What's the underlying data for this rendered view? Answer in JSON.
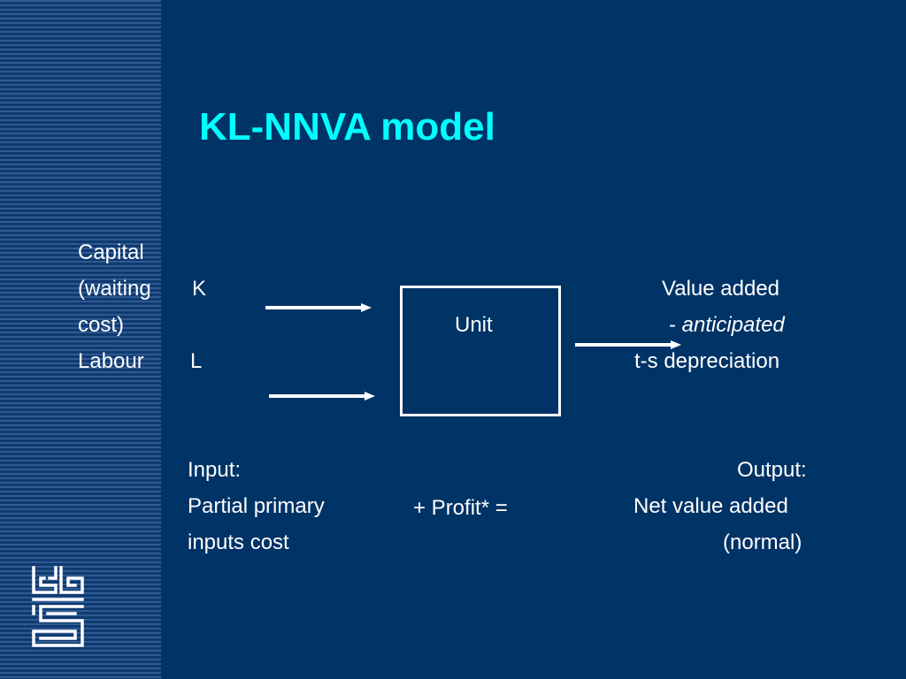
{
  "slide": {
    "title": "KL-NNVA model"
  },
  "inputs": {
    "capital_label": "Capital",
    "waiting_label": "(waiting",
    "k_symbol": "K",
    "cost_label": "cost)",
    "labour_label": "Labour",
    "l_symbol": "L"
  },
  "unit": {
    "label": "Unit"
  },
  "outputs": {
    "value_added": "Value added",
    "minus_sign": "- ",
    "anticipated": "anticipated",
    "depreciation": "t-s depreciation"
  },
  "equation": {
    "input_label": "Input:",
    "partial_primary": "Partial primary",
    "inputs_cost": "inputs cost",
    "profit": "+ Profit* =",
    "output_label": "Output:",
    "net_value_added": "Net value added",
    "normal": "(normal)"
  },
  "colors": {
    "background": "#003366",
    "title": "#00ffff",
    "text": "#ffffff"
  },
  "logo": {
    "name": "cbs-logo"
  }
}
